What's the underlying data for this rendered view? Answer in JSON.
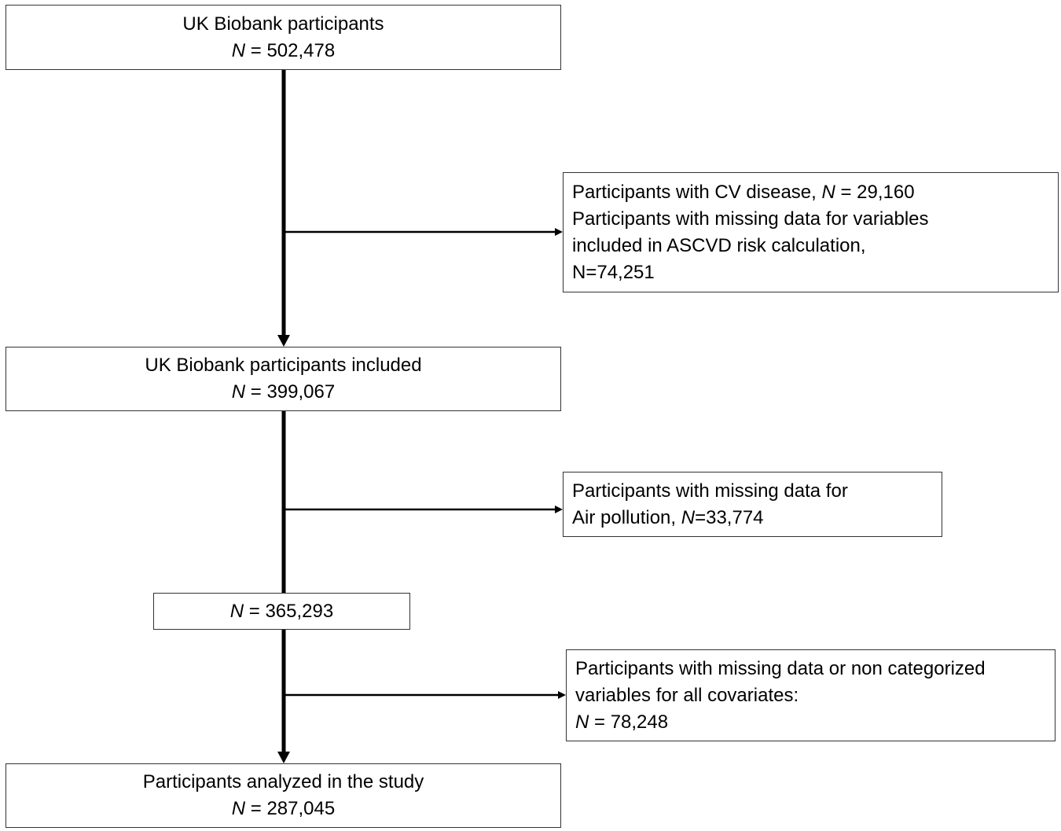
{
  "flowchart": {
    "start": {
      "title": "UK Biobank participants",
      "n_label": "N",
      "n_value": " = 502,478"
    },
    "exclusion_1": {
      "line1_text": "Participants with CV disease, ",
      "line1_n_label": "N",
      "line1_n_value": " = 29,160",
      "line2": "Participants with missing data for variables",
      "line3": "included in ASCVD risk calculation,",
      "line4": "N=74,251"
    },
    "included": {
      "title": "UK Biobank participants included",
      "n_label": "N",
      "n_value": " = 399,067"
    },
    "exclusion_2": {
      "line1": "Participants with missing data for",
      "line2_text": "Air pollution, ",
      "line2_n_label": "N",
      "line2_n_value": "=33,774"
    },
    "intermediate": {
      "n_label": "N",
      "n_value": " = 365,293"
    },
    "exclusion_3": {
      "line1": "Participants with missing data or non categorized",
      "line2": "variables for all covariates:",
      "line3_n_label": "N",
      "line3_n_value": " = 78,248"
    },
    "final": {
      "title": "Participants analyzed in the study",
      "n_label": "N",
      "n_value": " = 287,045"
    }
  },
  "colors": {
    "main_line": "#000000",
    "box_border": "#333333",
    "background": "#ffffff"
  }
}
